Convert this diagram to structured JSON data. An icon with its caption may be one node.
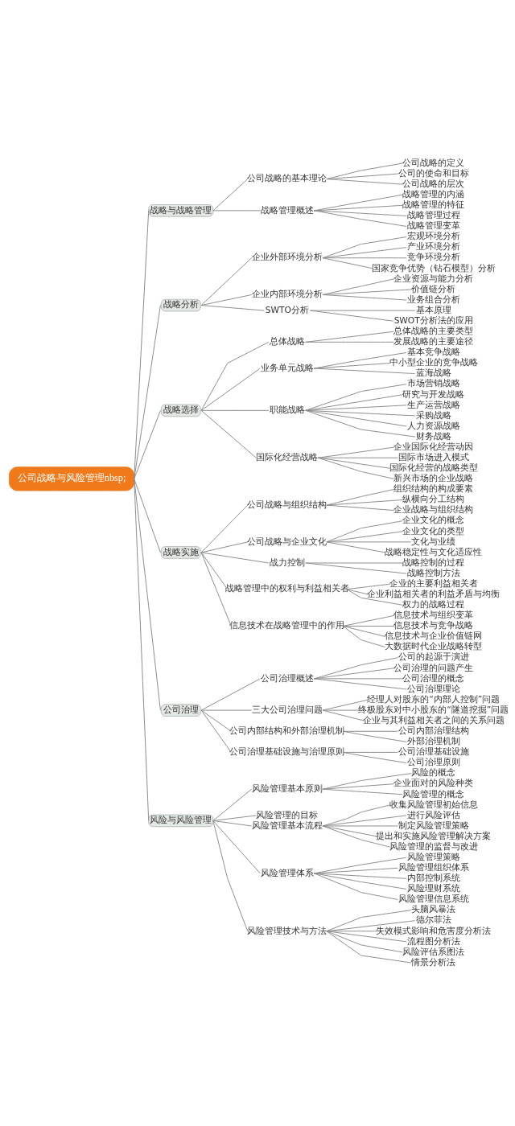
{
  "diagram": {
    "nodes": [
      {
        "text": [
          "公司战略与风险管理nbsp;"
        ]
      },
      {
        "text": [
          "战略与战略管理"
        ]
      },
      {
        "text": [
          "公司战略的基本理论"
        ]
      },
      {
        "text": [
          "公司战略的定义"
        ]
      },
      {
        "text": [
          "公司的使命和目标"
        ]
      },
      {
        "text": [
          "公司战略的层次"
        ]
      },
      {
        "text": [
          "战略管理概述"
        ]
      },
      {
        "text": [
          "战略管理的内涵"
        ]
      },
      {
        "text": [
          "战略管理的特征"
        ]
      },
      {
        "text": [
          "战略管理过程"
        ]
      },
      {
        "text": [
          "战略管理变革"
        ]
      },
      {
        "text": [
          "战略分析"
        ]
      },
      {
        "text": [
          "企业外部环境分析"
        ]
      },
      {
        "text": [
          "宏观环境分析"
        ]
      },
      {
        "text": [
          "产业环境分析"
        ]
      },
      {
        "text": [
          "竞争环境分析"
        ]
      },
      {
        "text": [
          "国家竞争优势（钻石模型）分析"
        ]
      },
      {
        "text": [
          "企业内部环境分析"
        ]
      },
      {
        "text": [
          "企业资源与能力分析"
        ]
      },
      {
        "text": [
          "价值链分析"
        ]
      },
      {
        "text": [
          "业务组合分析"
        ]
      },
      {
        "text": [
          "SWTO分析"
        ]
      },
      {
        "text": [
          "基本原理"
        ]
      },
      {
        "text": [
          "SWOT分析法的应用"
        ]
      },
      {
        "text": [
          "战略选择"
        ]
      },
      {
        "text": [
          "总体战略"
        ]
      },
      {
        "text": [
          "总体战略的主要类型"
        ]
      },
      {
        "text": [
          "发展战略的主要途径"
        ]
      },
      {
        "text": [
          "业务单元战略"
        ]
      },
      {
        "text": [
          "基本竞争战略"
        ]
      },
      {
        "text": [
          "中小型企业的竞争战略"
        ]
      },
      {
        "text": [
          "蓝海战略"
        ]
      },
      {
        "text": [
          "职能战略"
        ]
      },
      {
        "text": [
          "市场营销战略"
        ]
      },
      {
        "text": [
          "研究与开发战略"
        ]
      },
      {
        "text": [
          "生产运营战略"
        ]
      },
      {
        "text": [
          "采购战略"
        ]
      },
      {
        "text": [
          "人力资源战略"
        ]
      },
      {
        "text": [
          "财务战略"
        ]
      },
      {
        "text": [
          "国际化经营战略"
        ]
      },
      {
        "text": [
          "企业国际化经营动因"
        ]
      },
      {
        "text": [
          "国际市场进入模式"
        ]
      },
      {
        "text": [
          "国际化经营的战略类型"
        ]
      },
      {
        "text": [
          "新兴市场的企业战略"
        ]
      },
      {
        "text": [
          "战略实施"
        ]
      },
      {
        "text": [
          "公司战略与组织结构"
        ]
      },
      {
        "text": [
          "组织结构的构成要素"
        ]
      },
      {
        "text": [
          "纵横向分工结构"
        ]
      },
      {
        "text": [
          "企业战略与组织结构"
        ]
      },
      {
        "text": [
          "公司战略与企业文化"
        ]
      },
      {
        "text": [
          "企业文化的概念"
        ]
      },
      {
        "text": [
          "企业文化的类型"
        ]
      },
      {
        "text": [
          "文化与业绩"
        ]
      },
      {
        "text": [
          "战略稳定性与文化适应性"
        ]
      },
      {
        "text": [
          "战力控制"
        ]
      },
      {
        "text": [
          "战略控制的过程"
        ]
      },
      {
        "text": [
          "战略控制方法"
        ]
      },
      {
        "text": [
          "战略管理中的权利与利益相关者"
        ]
      },
      {
        "text": [
          "企业的主要利益相关者"
        ]
      },
      {
        "text": [
          "企业利益相关者的利益矛盾与均衡"
        ]
      },
      {
        "text": [
          "权力的战略过程"
        ]
      },
      {
        "text": [
          "信息技术在战略管理中的作用"
        ]
      },
      {
        "text": [
          "信息技术与组织变革"
        ]
      },
      {
        "text": [
          "信息技术与竞争战略"
        ]
      },
      {
        "text": [
          "信息技术与企业价值链网"
        ]
      },
      {
        "text": [
          "大数据时代企业战略转型"
        ]
      },
      {
        "text": [
          "公司治理"
        ]
      },
      {
        "text": [
          "公司治理概述"
        ]
      },
      {
        "text": [
          "公司的起源于演进"
        ]
      },
      {
        "text": [
          "公司治理的问题产生"
        ]
      },
      {
        "text": [
          "公司治理的概念"
        ]
      },
      {
        "text": [
          "公司治理理论"
        ]
      },
      {
        "text": [
          "三大公司治理问题"
        ]
      },
      {
        "text": [
          "经理人对股东的“内部人控制”问题"
        ]
      },
      {
        "text": [
          "终极股东对中小股东的“隧道挖掘”问题"
        ]
      },
      {
        "text": [
          "企业与其利益相关者之间的关系问题"
        ]
      },
      {
        "text": [
          "公司内部结构和外部治理机制"
        ]
      },
      {
        "text": [
          "公司内部治理结构"
        ]
      },
      {
        "text": [
          "外部治理机制"
        ]
      },
      {
        "text": [
          "公司治理基础设施与治理原则"
        ]
      },
      {
        "text": [
          "公司治理基础设施"
        ]
      },
      {
        "text": [
          "公司治理原则"
        ]
      },
      {
        "text": [
          "风险与风险管理"
        ]
      },
      {
        "text": [
          "风险管理基本原则"
        ]
      },
      {
        "text": [
          "风险的概念"
        ]
      },
      {
        "text": [
          "企业面对的风险种类"
        ]
      },
      {
        "text": [
          "风险管理的概念"
        ]
      },
      {
        "text": [
          "风险管理的目标"
        ]
      },
      {
        "text": [
          "风险管理基本流程"
        ]
      },
      {
        "text": [
          "收集风险管理初始信息"
        ]
      },
      {
        "text": [
          "进行风险评估"
        ]
      },
      {
        "text": [
          "制定风险管理策略"
        ]
      },
      {
        "text": [
          "提出和实施风险管理解决方案"
        ]
      },
      {
        "text": [
          "风险管理的监督与改进"
        ]
      },
      {
        "text": [
          "风险管理体系"
        ]
      },
      {
        "text": [
          "风险管理策略"
        ]
      },
      {
        "text": [
          "风险管理组织体系"
        ]
      },
      {
        "text": [
          "内部控制系统"
        ]
      },
      {
        "text": [
          "风险理财系统"
        ]
      },
      {
        "text": [
          "风险管理信息系统"
        ]
      },
      {
        "text": [
          "风险管理技术与方法"
        ]
      },
      {
        "text": [
          "头脑风暴法"
        ]
      },
      {
        "text": [
          "德尔菲法"
        ]
      },
      {
        "text": [
          "失效模式影响和危害度分析法"
        ]
      },
      {
        "text": [
          "流程图分析法"
        ]
      },
      {
        "text": [
          "风险评估系图法"
        ]
      },
      {
        "text": [
          "情景分析法"
        ]
      }
    ],
    "edges": [
      {
        "from": 0,
        "to": 1,
        "arrow": "none"
      },
      {
        "from": 1,
        "to": 2,
        "arrow": "none"
      },
      {
        "from": 2,
        "to": 3,
        "arrow": "none"
      },
      {
        "from": 2,
        "to": 4,
        "arrow": "none"
      },
      {
        "from": 2,
        "to": 5,
        "arrow": "none"
      },
      {
        "from": 1,
        "to": 6,
        "arrow": "none"
      },
      {
        "from": 6,
        "to": 7,
        "arrow": "none"
      },
      {
        "from": 6,
        "to": 8,
        "arrow": "none"
      },
      {
        "from": 6,
        "to": 9,
        "arrow": "none"
      },
      {
        "from": 6,
        "to": 10,
        "arrow": "none"
      },
      {
        "from": 0,
        "to": 11,
        "arrow": "none"
      },
      {
        "from": 11,
        "to": 12,
        "arrow": "none"
      },
      {
        "from": 12,
        "to": 13,
        "arrow": "none"
      },
      {
        "from": 12,
        "to": 14,
        "arrow": "none"
      },
      {
        "from": 12,
        "to": 15,
        "arrow": "none"
      },
      {
        "from": 12,
        "to": 16,
        "arrow": "none"
      },
      {
        "from": 11,
        "to": 17,
        "arrow": "none"
      },
      {
        "from": 17,
        "to": 18,
        "arrow": "none"
      },
      {
        "from": 17,
        "to": 19,
        "arrow": "none"
      },
      {
        "from": 17,
        "to": 20,
        "arrow": "none"
      },
      {
        "from": 11,
        "to": 21,
        "arrow": "none"
      },
      {
        "from": 21,
        "to": 22,
        "arrow": "none"
      },
      {
        "from": 21,
        "to": 23,
        "arrow": "none"
      },
      {
        "from": 0,
        "to": 24,
        "arrow": "none"
      },
      {
        "from": 24,
        "to": 25,
        "arrow": "none"
      },
      {
        "from": 25,
        "to": 26,
        "arrow": "none"
      },
      {
        "from": 25,
        "to": 27,
        "arrow": "none"
      },
      {
        "from": 24,
        "to": 28,
        "arrow": "none"
      },
      {
        "from": 28,
        "to": 29,
        "arrow": "none"
      },
      {
        "from": 28,
        "to": 30,
        "arrow": "none"
      },
      {
        "from": 28,
        "to": 31,
        "arrow": "none"
      },
      {
        "from": 24,
        "to": 32,
        "arrow": "none"
      },
      {
        "from": 32,
        "to": 33,
        "arrow": "none"
      },
      {
        "from": 32,
        "to": 34,
        "arrow": "none"
      },
      {
        "from": 32,
        "to": 35,
        "arrow": "none"
      },
      {
        "from": 32,
        "to": 36,
        "arrow": "none"
      },
      {
        "from": 32,
        "to": 37,
        "arrow": "none"
      },
      {
        "from": 32,
        "to": 38,
        "arrow": "none"
      },
      {
        "from": 24,
        "to": 39,
        "arrow": "none"
      },
      {
        "from": 39,
        "to": 40,
        "arrow": "none"
      },
      {
        "from": 39,
        "to": 41,
        "arrow": "none"
      },
      {
        "from": 39,
        "to": 42,
        "arrow": "none"
      },
      {
        "from": 39,
        "to": 43,
        "arrow": "none"
      },
      {
        "from": 0,
        "to": 44,
        "arrow": "none"
      },
      {
        "from": 44,
        "to": 45,
        "arrow": "none"
      },
      {
        "from": 45,
        "to": 46,
        "arrow": "none"
      },
      {
        "from": 45,
        "to": 47,
        "arrow": "none"
      },
      {
        "from": 45,
        "to": 48,
        "arrow": "none"
      },
      {
        "from": 44,
        "to": 49,
        "arrow": "none"
      },
      {
        "from": 49,
        "to": 50,
        "arrow": "none"
      },
      {
        "from": 49,
        "to": 51,
        "arrow": "none"
      },
      {
        "from": 49,
        "to": 52,
        "arrow": "none"
      },
      {
        "from": 49,
        "to": 53,
        "arrow": "none"
      },
      {
        "from": 44,
        "to": 54,
        "arrow": "none"
      },
      {
        "from": 54,
        "to": 55,
        "arrow": "none"
      },
      {
        "from": 54,
        "to": 56,
        "arrow": "none"
      },
      {
        "from": 44,
        "to": 57,
        "arrow": "none"
      },
      {
        "from": 57,
        "to": 58,
        "arrow": "none"
      },
      {
        "from": 57,
        "to": 59,
        "arrow": "none"
      },
      {
        "from": 57,
        "to": 60,
        "arrow": "none"
      },
      {
        "from": 44,
        "to": 61,
        "arrow": "none"
      },
      {
        "from": 61,
        "to": 62,
        "arrow": "none"
      },
      {
        "from": 61,
        "to": 63,
        "arrow": "none"
      },
      {
        "from": 61,
        "to": 64,
        "arrow": "none"
      },
      {
        "from": 61,
        "to": 65,
        "arrow": "none"
      },
      {
        "from": 0,
        "to": 66,
        "arrow": "none"
      },
      {
        "from": 66,
        "to": 67,
        "arrow": "none"
      },
      {
        "from": 67,
        "to": 68,
        "arrow": "none"
      },
      {
        "from": 67,
        "to": 69,
        "arrow": "none"
      },
      {
        "from": 67,
        "to": 70,
        "arrow": "none"
      },
      {
        "from": 67,
        "to": 71,
        "arrow": "none"
      },
      {
        "from": 66,
        "to": 72,
        "arrow": "none"
      },
      {
        "from": 72,
        "to": 73,
        "arrow": "none"
      },
      {
        "from": 72,
        "to": 74,
        "arrow": "none"
      },
      {
        "from": 72,
        "to": 75,
        "arrow": "none"
      },
      {
        "from": 66,
        "to": 76,
        "arrow": "none"
      },
      {
        "from": 76,
        "to": 77,
        "arrow": "none"
      },
      {
        "from": 76,
        "to": 78,
        "arrow": "none"
      },
      {
        "from": 66,
        "to": 79,
        "arrow": "none"
      },
      {
        "from": 79,
        "to": 80,
        "arrow": "none"
      },
      {
        "from": 79,
        "to": 81,
        "arrow": "none"
      },
      {
        "from": 0,
        "to": 82,
        "arrow": "none"
      },
      {
        "from": 82,
        "to": 83,
        "arrow": "none"
      },
      {
        "from": 83,
        "to": 84,
        "arrow": "none"
      },
      {
        "from": 83,
        "to": 85,
        "arrow": "none"
      },
      {
        "from": 83,
        "to": 86,
        "arrow": "none"
      },
      {
        "from": 82,
        "to": 87,
        "arrow": "none"
      },
      {
        "from": 82,
        "to": 88,
        "arrow": "none"
      },
      {
        "from": 88,
        "to": 89,
        "arrow": "none"
      },
      {
        "from": 88,
        "to": 90,
        "arrow": "none"
      },
      {
        "from": 88,
        "to": 91,
        "arrow": "none"
      },
      {
        "from": 88,
        "to": 92,
        "arrow": "none"
      },
      {
        "from": 88,
        "to": 93,
        "arrow": "none"
      },
      {
        "from": 82,
        "to": 94,
        "arrow": "none"
      },
      {
        "from": 94,
        "to": 95,
        "arrow": "none"
      },
      {
        "from": 94,
        "to": 96,
        "arrow": "none"
      },
      {
        "from": 94,
        "to": 97,
        "arrow": "none"
      },
      {
        "from": 94,
        "to": 98,
        "arrow": "none"
      },
      {
        "from": 94,
        "to": 99,
        "arrow": "none"
      },
      {
        "from": 82,
        "to": 100,
        "arrow": "none"
      },
      {
        "from": 100,
        "to": 101,
        "arrow": "none"
      },
      {
        "from": 100,
        "to": 102,
        "arrow": "none"
      },
      {
        "from": 100,
        "to": 103,
        "arrow": "none"
      },
      {
        "from": 100,
        "to": 104,
        "arrow": "none"
      },
      {
        "from": 100,
        "to": 105,
        "arrow": "none"
      },
      {
        "from": 100,
        "to": 106,
        "arrow": "none"
      }
    ]
  }
}
